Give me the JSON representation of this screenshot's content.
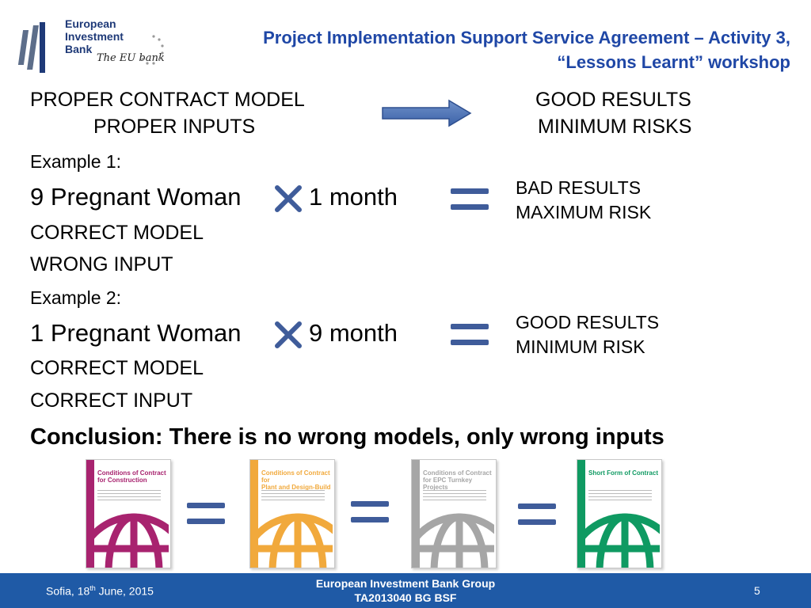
{
  "logo": {
    "lines": [
      "European",
      "Investment",
      "Bank"
    ],
    "tagline": "The EU bank"
  },
  "title": {
    "line1": "Project Implementation Support Service Agreement – Activity 3,",
    "line2": "“Lessons Learnt” workshop"
  },
  "header_left": [
    "PROPER CONTRACT MODEL",
    "PROPER INPUTS"
  ],
  "header_right": [
    "GOOD RESULTS",
    "MINIMUM RISKS"
  ],
  "example1": {
    "label": "Example 1:",
    "left": "9 Pregnant Woman",
    "right": "1 month",
    "result": [
      "BAD RESULTS",
      "MAXIMUM RISK"
    ],
    "notes": [
      "CORRECT MODEL",
      "WRONG INPUT"
    ]
  },
  "example2": {
    "label": "Example 2:",
    "left": "1 Pregnant Woman",
    "right": "9 month",
    "result": [
      "GOOD RESULTS",
      "MINIMUM RISK"
    ],
    "notes": [
      "CORRECT MODEL",
      "CORRECT INPUT"
    ]
  },
  "conclusion": "Conclusion:  There is no wrong models, only wrong inputs",
  "books": [
    {
      "title_a": "Conditions of Contract",
      "title_b": "for Construction",
      "color": "#a8236f"
    },
    {
      "title_a": "Conditions of Contract for",
      "title_b": "Plant and Design-Build",
      "color": "#f1a93c"
    },
    {
      "title_a": "Conditions of Contract",
      "title_b": "for EPC Turnkey Projects",
      "color": "#a6a6a6"
    },
    {
      "title_a": "Short Form of Contract",
      "title_b": "",
      "color": "#0f9a62"
    }
  ],
  "footer": {
    "location": "Sofia, 18",
    "location_sup": "th",
    "location_rest": " June, 2015",
    "org": "European Investment Bank Group",
    "ref": "TA2013040 BG BSF",
    "page": "5"
  },
  "colors": {
    "accent_blue": "#1f47a6",
    "footer_blue": "#1f5aa6",
    "equals_blue": "#3f5c9a"
  }
}
